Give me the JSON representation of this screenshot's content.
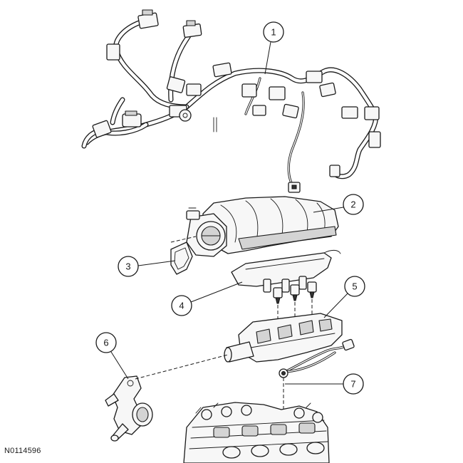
{
  "callouts": [
    "1",
    "2",
    "3",
    "4",
    "5",
    "6",
    "7"
  ],
  "figure_id": "N0114596"
}
